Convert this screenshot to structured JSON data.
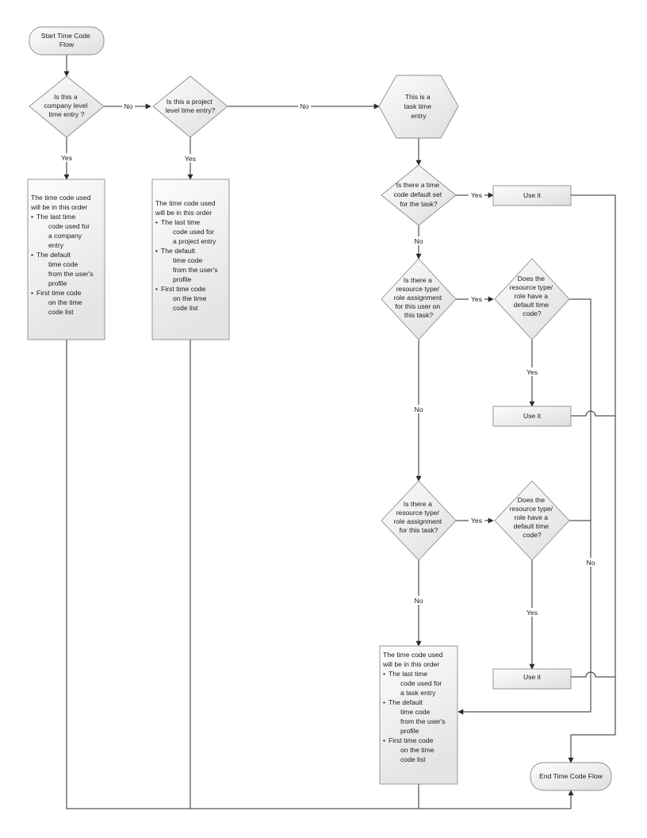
{
  "nodes": {
    "start": {
      "lines": [
        "Start Time Code",
        "Flow"
      ]
    },
    "company_q": {
      "lines": [
        "Is this a",
        "company level",
        "time entry ?"
      ]
    },
    "project_q": {
      "lines": [
        "Is this a project",
        "level time entry?"
      ]
    },
    "task_time": {
      "lines": [
        "This is a",
        "task time",
        "entry"
      ]
    },
    "default_set_q": {
      "lines": [
        "Is there a time",
        "code default set",
        "for the task?"
      ]
    },
    "use_it_1": {
      "lines": [
        "Use it"
      ]
    },
    "assign_user_q": {
      "lines": [
        "Is there a",
        "resource type/",
        "role assignment",
        "for this user on",
        "this task?"
      ]
    },
    "role_default_q1": {
      "lines": [
        "Does the",
        "resource type/",
        "role have a",
        "default time",
        "code?"
      ]
    },
    "use_it_2": {
      "lines": [
        "Use it"
      ]
    },
    "assign_task_q": {
      "lines": [
        "Is there a",
        "resource type/",
        "role assignment",
        "for this task?"
      ]
    },
    "role_default_q2": {
      "lines": [
        "Does the",
        "resource type/",
        "role have a",
        "default time",
        "code?"
      ]
    },
    "use_it_3": {
      "lines": [
        "Use it"
      ]
    },
    "end": {
      "lines": [
        "End Time Code Flow"
      ]
    },
    "company_box": {
      "heading": [
        "The time code used",
        "will be in this order"
      ],
      "items": [
        [
          "The last time",
          "code used for",
          "a company",
          "entry"
        ],
        [
          "The default",
          "time code",
          "from the user's",
          "profile"
        ],
        [
          "First time code",
          "on the time",
          "code list"
        ]
      ]
    },
    "project_box": {
      "heading": [
        "The time code used",
        "will be in this order"
      ],
      "items": [
        [
          "The last time",
          "code used for",
          "a project entry"
        ],
        [
          "The default",
          "time code",
          "from the user's",
          "profile"
        ],
        [
          "First time code",
          "on the time",
          "code list"
        ]
      ]
    },
    "task_box": {
      "heading": [
        "The time code used",
        "will be in this order"
      ],
      "items": [
        [
          "The last time",
          "code used for",
          "a task entry"
        ],
        [
          "The default",
          "time code",
          "from the user's",
          "profile"
        ],
        [
          "First time code",
          "on the time",
          "code list"
        ]
      ]
    }
  },
  "edge_labels": {
    "company_no": "No",
    "company_yes": "Yes",
    "project_no": "No",
    "project_yes": "Yes",
    "default_yes": "Yes",
    "default_no": "No",
    "assign_user_yes": "Yes",
    "assign_user_no": "No",
    "role1_yes": "Yes",
    "assign_task_yes": "Yes",
    "assign_task_no": "No",
    "role2_yes": "Yes",
    "roles_no": "No"
  },
  "colors": {
    "shape_fill_light": "#fbfbfb",
    "shape_fill_dark": "#e2e2e2",
    "shape_stroke": "#8c8c8c",
    "connector": "#2b2b2b",
    "text": "#1a1a1a"
  }
}
